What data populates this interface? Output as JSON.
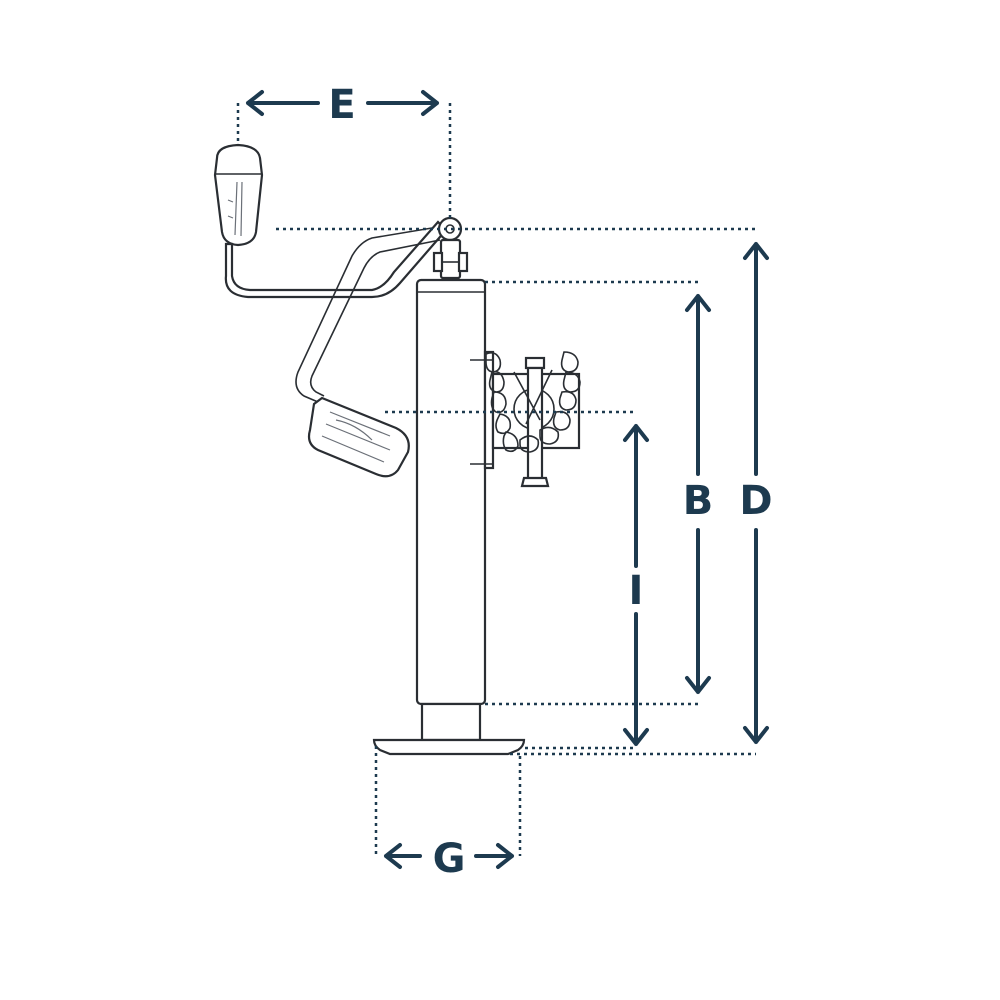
{
  "colors": {
    "dimension": "#1d3a4f",
    "drawing": "#2a2e33",
    "background": "#ffffff"
  },
  "dimensions": {
    "E": "E",
    "B": "B",
    "D": "D",
    "I": "I",
    "G": "G"
  }
}
